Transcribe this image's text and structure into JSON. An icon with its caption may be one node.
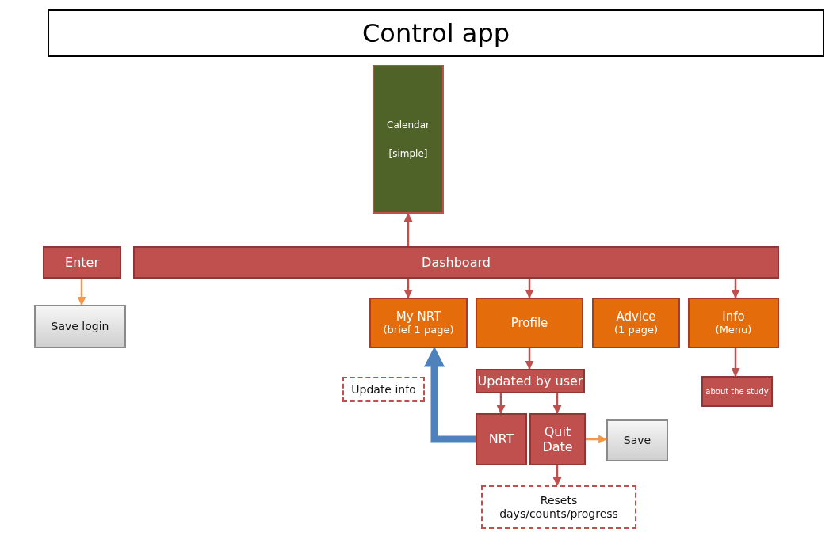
{
  "diagram": {
    "title": "Control app",
    "nodes": [
      {
        "text": [
          "Calendar",
          "[simple]"
        ]
      },
      {
        "text": [
          "Enter"
        ]
      },
      {
        "text": [
          "Dashboard"
        ]
      },
      {
        "text": [
          "Save login"
        ]
      },
      {
        "text": [
          "My NRT",
          "(brief 1 page)"
        ]
      },
      {
        "text": [
          "Profile"
        ]
      },
      {
        "text": [
          "Advice",
          "(1 page)"
        ]
      },
      {
        "text": [
          "Info",
          "(Menu)"
        ]
      },
      {
        "text": [
          "Updated by user"
        ]
      },
      {
        "text": [
          "about the study"
        ]
      },
      {
        "text": [
          "Update info"
        ]
      },
      {
        "text": [
          "NRT"
        ]
      },
      {
        "text": [
          "Quit Date"
        ]
      },
      {
        "text": [
          "Save"
        ]
      },
      {
        "text": [
          "Resets days/counts/progress"
        ]
      }
    ],
    "edges": [
      {
        "from": 2,
        "to": 0,
        "arrow": "to"
      },
      {
        "from": 1,
        "to": 3,
        "arrow": "to",
        "color": "#f79646"
      },
      {
        "from": 2,
        "to": 4,
        "arrow": "to"
      },
      {
        "from": 2,
        "to": 5,
        "arrow": "to"
      },
      {
        "from": 2,
        "to": 7,
        "arrow": "to"
      },
      {
        "from": 5,
        "to": 8,
        "arrow": "to"
      },
      {
        "from": 7,
        "to": 9,
        "arrow": "to"
      },
      {
        "from": 8,
        "to": 11,
        "arrow": "to"
      },
      {
        "from": 8,
        "to": 12,
        "arrow": "to"
      },
      {
        "from": 12,
        "to": 13,
        "arrow": "to",
        "color": "#f79646"
      },
      {
        "from": 12,
        "to": 14,
        "arrow": "to"
      },
      {
        "from": 11,
        "to": 4,
        "arrow": "to",
        "style": "thick",
        "color": "#4f81bd"
      }
    ]
  }
}
